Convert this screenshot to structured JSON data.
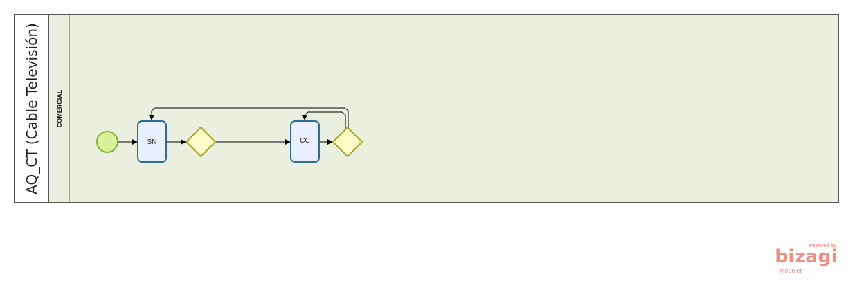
{
  "pool": {
    "title": "AQ_CT (Cable Televisión)"
  },
  "lane": {
    "title": "COMERCIAL"
  },
  "tasks": [
    {
      "id": "sn",
      "label": "SN"
    },
    {
      "id": "cc",
      "label": "CC"
    }
  ],
  "colors": {
    "lane_fill": "#ebefdf",
    "start_event_fill": "#dcf09a",
    "start_event_stroke": "#7cb630",
    "task_fill": "#e9effc",
    "task_stroke": "#2e6d98",
    "gateway_fill": "#fbfbc7",
    "gateway_stroke": "#a6a51c",
    "brand": "#ef8f83"
  },
  "branding": {
    "powered": "Powered by",
    "name": "bizagi",
    "sub": "Modeler"
  }
}
